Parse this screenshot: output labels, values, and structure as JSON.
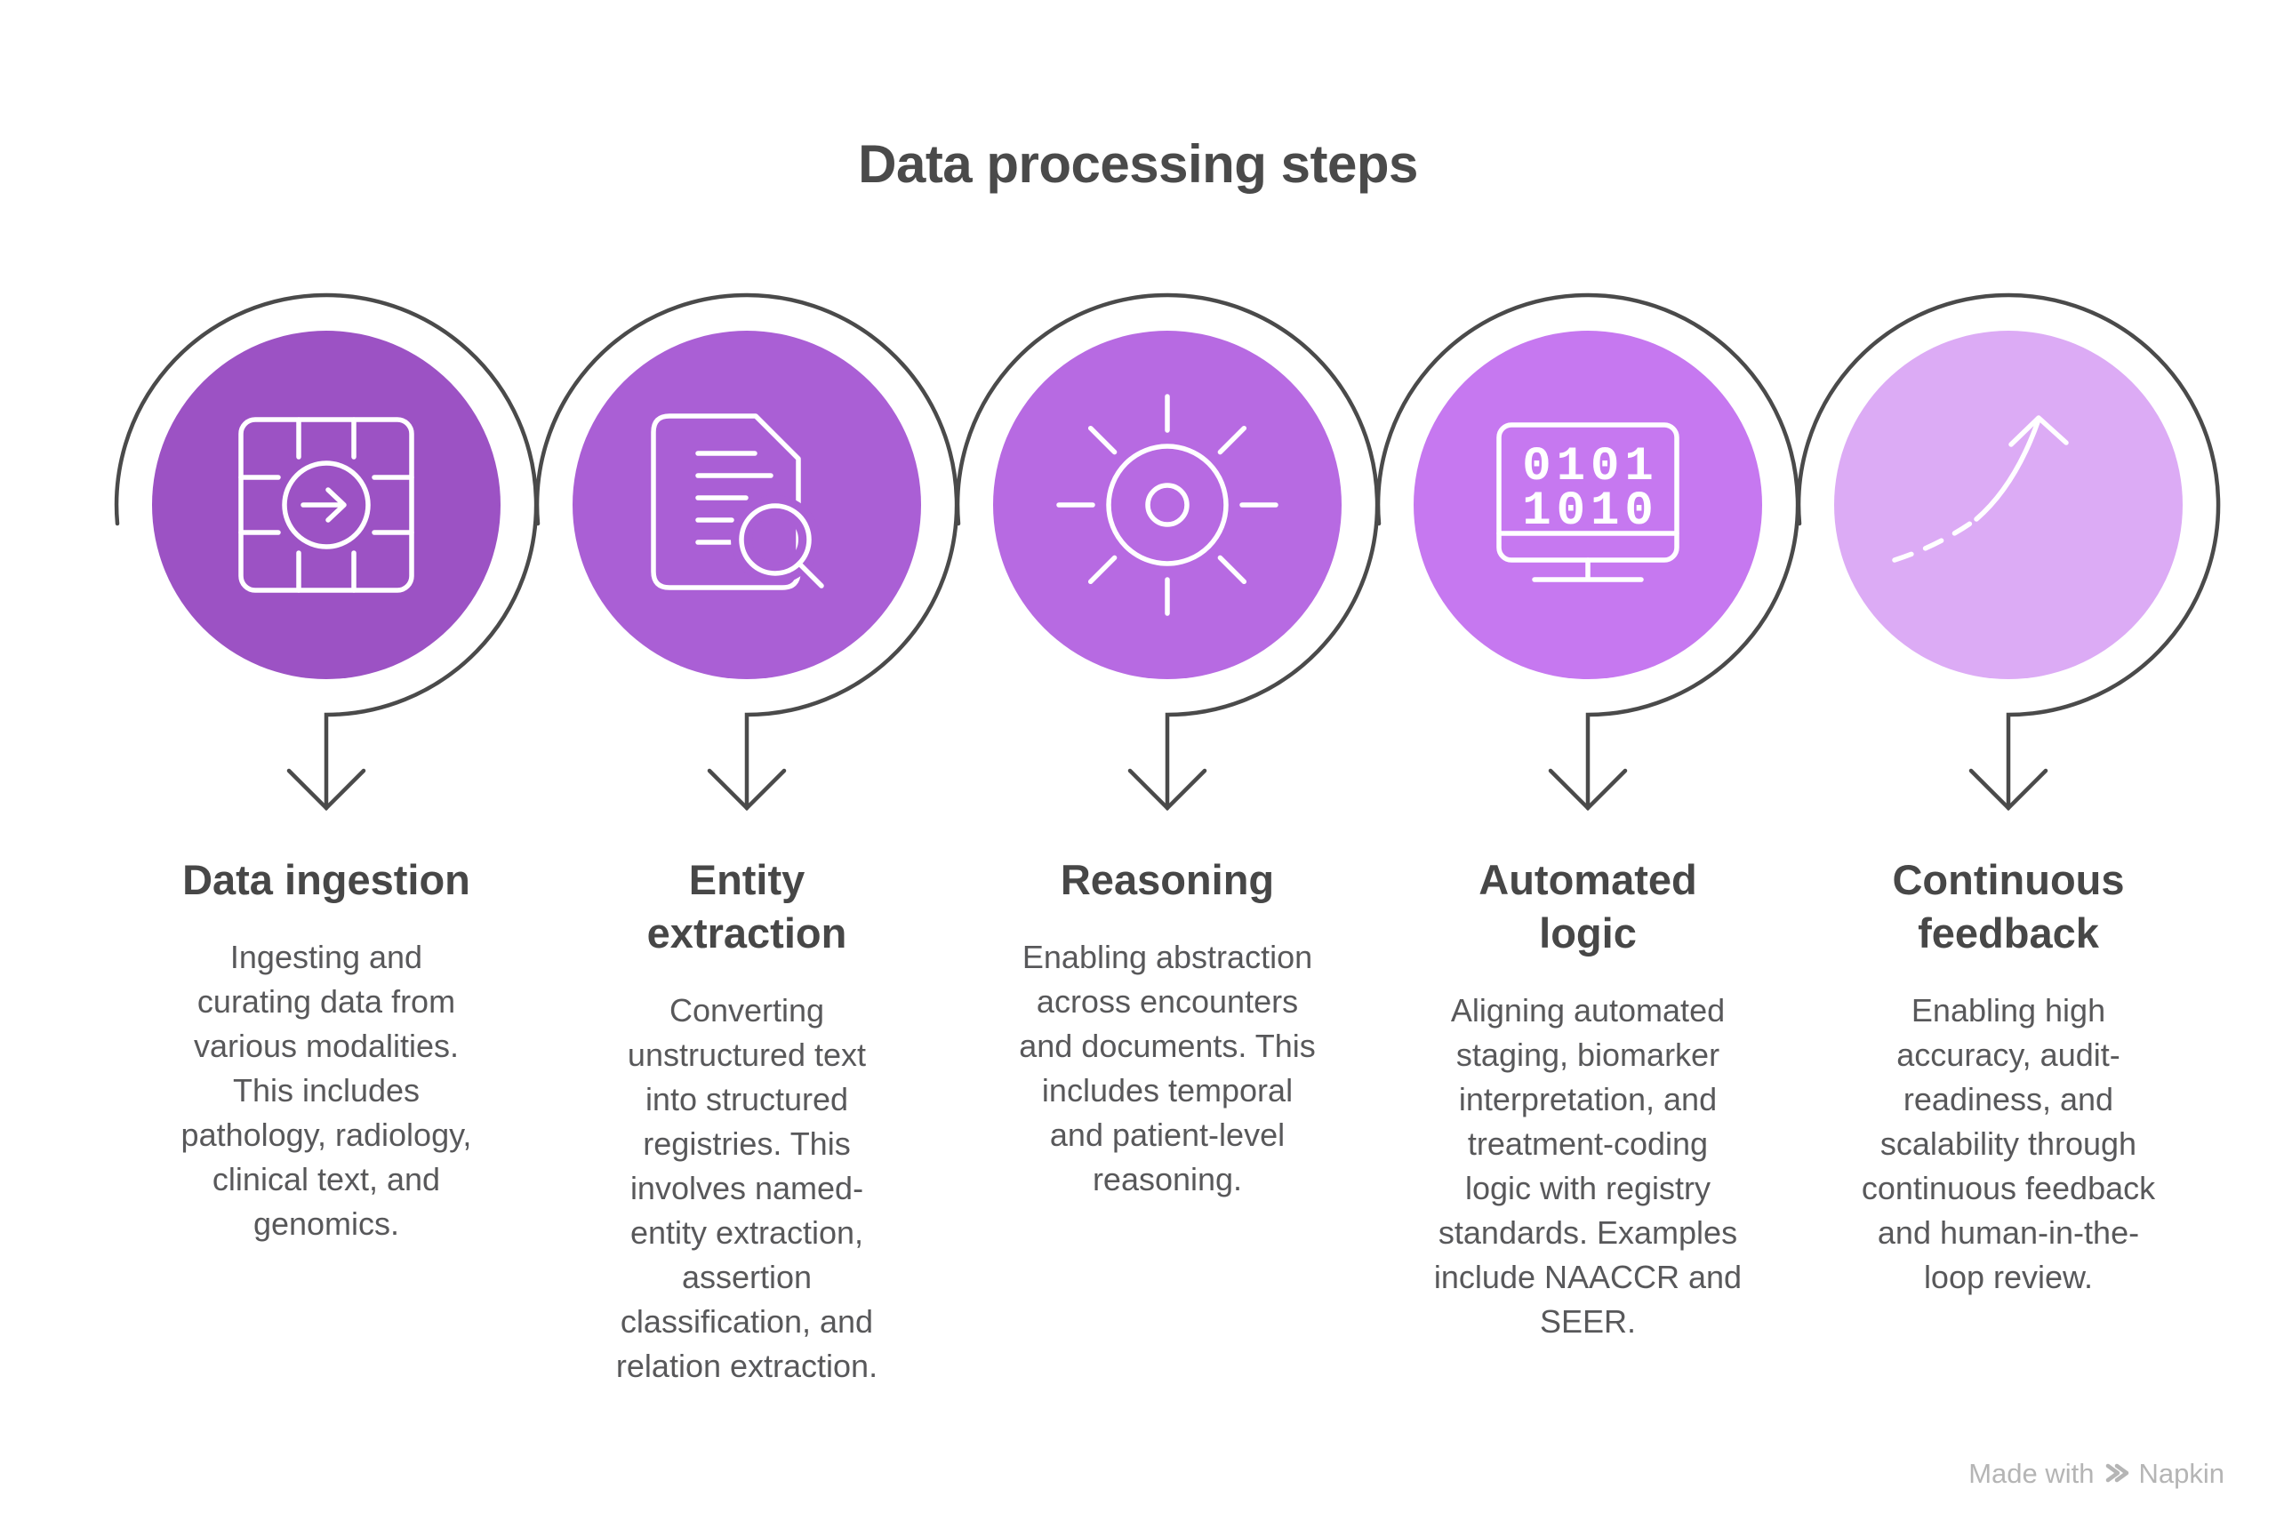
{
  "title": "Data processing steps",
  "steps": [
    {
      "heading": "Data ingestion",
      "body": "Ingesting and\ncurating data from\nvarious modalities.\nThis includes\npathology, radiology,\nclinical text, and\ngenomics.",
      "color": "#9c52c4",
      "icon": "chip-arrow"
    },
    {
      "heading": "Entity\nextraction",
      "body": "Converting\nunstructured text\ninto structured\nregistries. This\ninvolves named-\nentity extraction,\nassertion\nclassification, and\nrelation extraction.",
      "color": "#aa5fd5",
      "icon": "document-search"
    },
    {
      "heading": "Reasoning",
      "body": "Enabling abstraction\nacross encounters\nand documents. This\nincludes temporal\nand patient-level\nreasoning.",
      "color": "#b76ae2",
      "icon": "gear-sun"
    },
    {
      "heading": "Automated\nlogic",
      "body": "Aligning automated\nstaging, biomarker\ninterpretation, and\ntreatment-coding\nlogic with registry\nstandards. Examples\ninclude NAACCR and\nSEER.",
      "color": "#c678f0",
      "icon": "binary-monitor",
      "icon_lines": [
        "0101",
        "1010"
      ]
    },
    {
      "heading": "Continuous\nfeedback",
      "body": "Enabling high\naccuracy, audit-\nreadiness, and\nscalability through\ncontinuous feedback\nand human-in-the-\nloop review.",
      "color": "#dcabf5",
      "icon": "growth-arrow"
    }
  ],
  "colors": {
    "ring": "#4a4a4a",
    "heading_text": "#474747",
    "body_text": "#58585a",
    "icon_stroke": "#ffffff",
    "watermark": "#b5b5b5",
    "background": "#ffffff"
  },
  "watermark": {
    "prefix": "Made with",
    "brand": "Napkin"
  }
}
